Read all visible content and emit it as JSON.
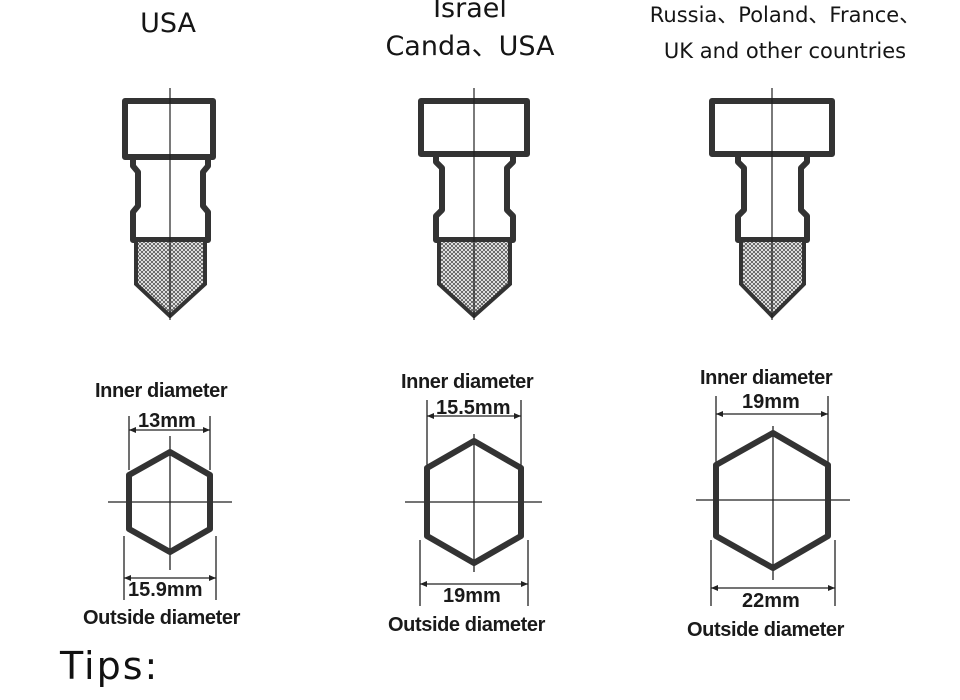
{
  "columns": [
    {
      "title_lines": [
        "USA"
      ],
      "inner_label": "Inner diameter",
      "inner_value": "13mm",
      "outer_value": "15.9mm",
      "outer_label": "Outside diameter"
    },
    {
      "title_lines": [
        "Israel",
        "Canda、USA"
      ],
      "inner_label": "Inner diameter",
      "inner_value": "15.5mm",
      "outer_value": "19mm",
      "outer_label": "Outside diameter"
    },
    {
      "title_lines": [
        "Russia、Poland、France、",
        "UK and other countries"
      ],
      "inner_label": "Inner diameter",
      "inner_value": "19mm",
      "outer_value": "22mm",
      "outer_label": "Outside diameter"
    }
  ],
  "footer": {
    "tips": "Tips:"
  },
  "colors": {
    "stroke": "#333333",
    "hatch": "#555555"
  }
}
